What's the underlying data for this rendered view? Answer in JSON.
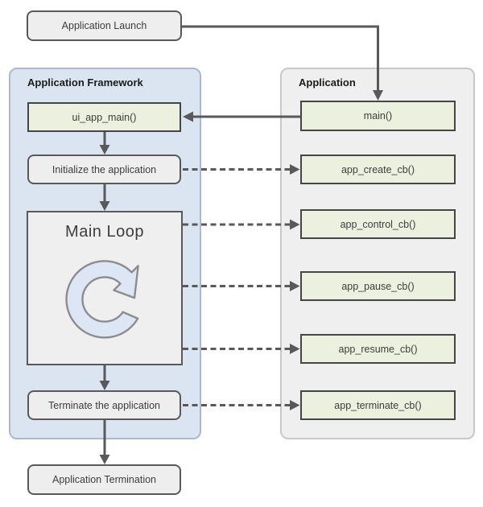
{
  "launch": {
    "label": "Application Launch"
  },
  "termination": {
    "label": "Application Termination"
  },
  "framework": {
    "title": "Application Framework",
    "ui_app_main": "ui_app_main()",
    "initialize": "Initialize the application",
    "main_loop": "Main Loop",
    "terminate": "Terminate the application"
  },
  "application": {
    "title": "Application",
    "main": "main()",
    "callbacks": [
      "app_create_cb()",
      "app_control_cb()",
      "app_pause_cb()",
      "app_resume_cb()",
      "app_terminate_cb()"
    ]
  },
  "icons": {
    "main_loop_cycle": "circular-arrow-clockwise-icon"
  },
  "colors": {
    "framework_panel_fill": "#dbe5f1",
    "framework_panel_border": "#aab9cf",
    "application_panel_fill": "#efefef",
    "application_panel_border": "#c8c8c8",
    "green_fill": "#ebf1de",
    "green_border": "#454545",
    "gray_fill": "#eeeeee",
    "gray_border": "#595959",
    "line": "#595959",
    "text": "#3d3d3d",
    "title_text": "#1c1c1c",
    "icon_fill": "#dce6f5",
    "icon_stroke": "#8c8c8c"
  }
}
